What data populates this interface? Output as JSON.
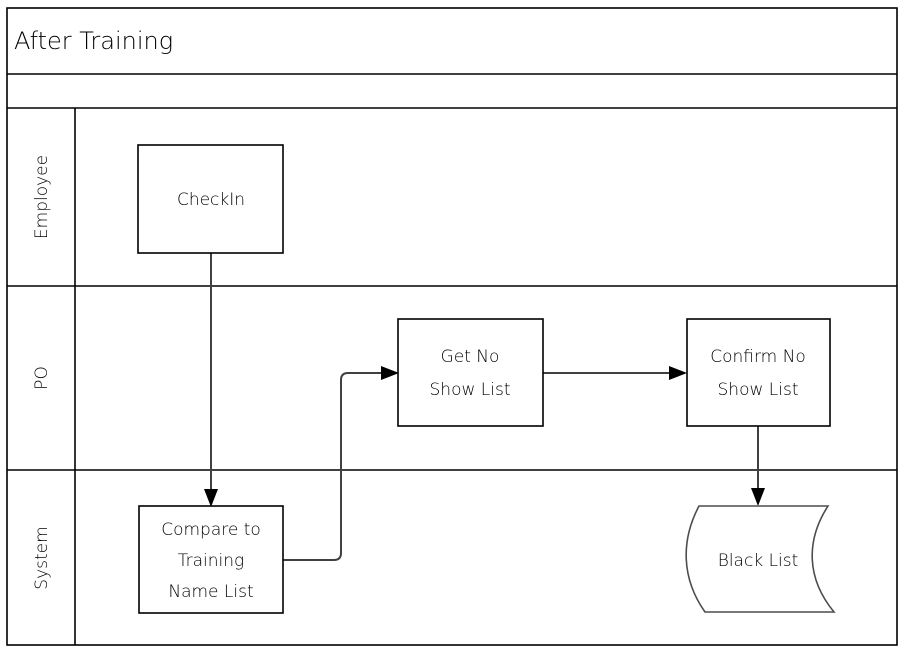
{
  "diagram": {
    "title": "After Training",
    "type": "swimlane-flowchart",
    "lanes": [
      {
        "id": "employee",
        "label": "Employee"
      },
      {
        "id": "po",
        "label": "PO"
      },
      {
        "id": "system",
        "label": "System"
      }
    ],
    "nodes": [
      {
        "id": "checkin",
        "label": "CheckIn",
        "lane": "employee",
        "shape": "process"
      },
      {
        "id": "get-no-show",
        "label": "Get No\nShow List",
        "lane": "po",
        "shape": "process",
        "line1": "Get No",
        "line2": "Show List"
      },
      {
        "id": "confirm-no-show",
        "label": "Confirm No\nShow List",
        "lane": "po",
        "shape": "process",
        "line1": "Confirm No",
        "line2": "Show List"
      },
      {
        "id": "compare",
        "label": "Compare to\nTraining\nName List",
        "lane": "system",
        "shape": "process",
        "line1": "Compare to",
        "line2": "Training",
        "line3": "Name List"
      },
      {
        "id": "black-list",
        "label": "Black List",
        "lane": "system",
        "shape": "data-store"
      }
    ],
    "edges": [
      {
        "id": "checkin-to-compare",
        "from": "checkin",
        "to": "compare",
        "label": ""
      },
      {
        "id": "compare-to-get-no-show",
        "from": "compare",
        "to": "get-no-show",
        "label": ""
      },
      {
        "id": "get-to-confirm-no-show",
        "from": "get-no-show",
        "to": "confirm-no-show",
        "label": ""
      },
      {
        "id": "confirm-to-black-list",
        "from": "confirm-no-show",
        "to": "black-list",
        "label": ""
      }
    ],
    "colors": {
      "background": "#ffffff",
      "stroke": "#000000",
      "connector": "#404040",
      "data_shape_stroke": "#4d4d4d",
      "text": "#000000"
    }
  }
}
